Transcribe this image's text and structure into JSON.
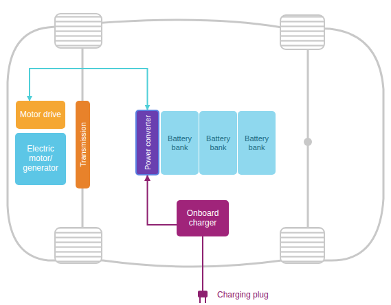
{
  "diagram": {
    "nodes": [
      {
        "text": [
          "Motor drive"
        ]
      },
      {
        "text": [
          "Electric motor/ generator"
        ]
      },
      {
        "text": [
          "Transmission"
        ]
      },
      {
        "text": [
          "Power converter"
        ]
      },
      {
        "text": [
          "Battery bank"
        ]
      },
      {
        "text": [
          "Battery bank"
        ]
      },
      {
        "text": [
          "Battery bank"
        ]
      },
      {
        "text": [
          "Onboard charger"
        ]
      }
    ],
    "edges": [
      {
        "from": 0,
        "to": 3,
        "arrow": "both"
      },
      {
        "from": 7,
        "to": 3,
        "arrow": "to"
      }
    ],
    "labels": [
      "Charging plug"
    ]
  }
}
